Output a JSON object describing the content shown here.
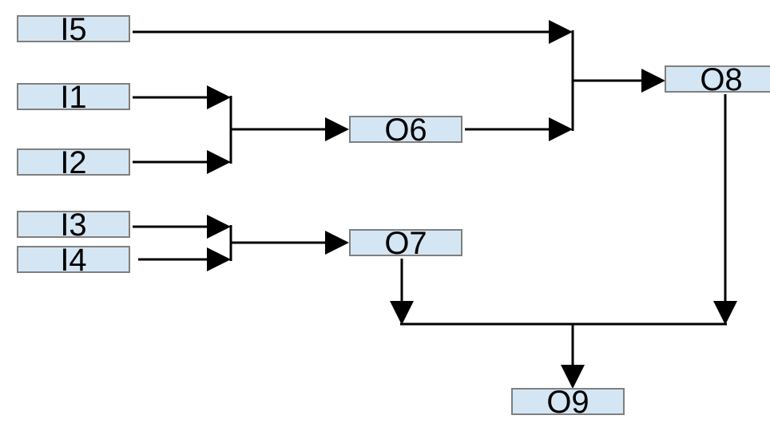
{
  "colors": {
    "node_fill": "#d4e6f4",
    "node_border": "#7f7f7f",
    "line": "#000000",
    "text": "#000000"
  },
  "nodes": {
    "I5": "I5",
    "I1": "I1",
    "I2": "I2",
    "I3": "I3",
    "I4": "I4",
    "O6": "O6",
    "O7": "O7",
    "O8": "O8",
    "O9": "O9"
  }
}
